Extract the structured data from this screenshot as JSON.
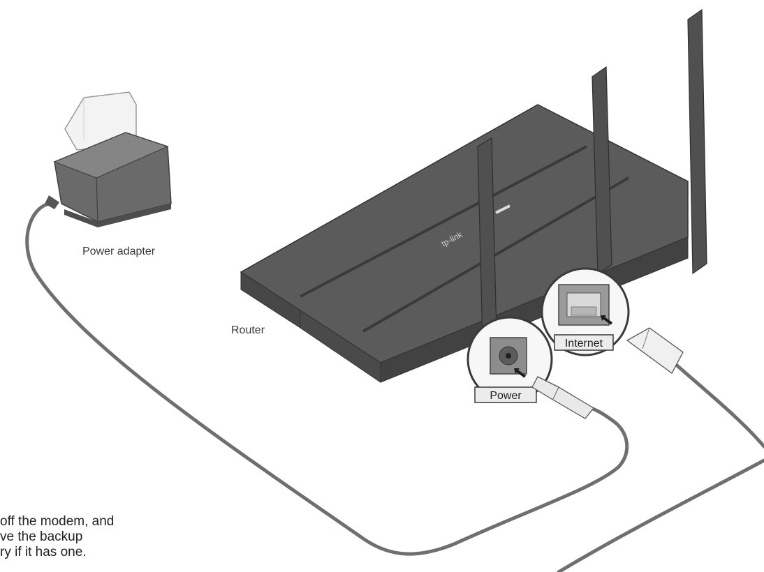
{
  "labels": {
    "power_adapter": "Power adapter",
    "router": "Router",
    "power_port": "Power",
    "internet_port": "Internet"
  },
  "note_lines": [
    "off the modem, and",
    "ve the backup",
    "ry if it has one."
  ],
  "colors": {
    "router_body": "#575757",
    "router_dark": "#3d3d3d",
    "cable": "#6f6f6f",
    "adapter": "#6a6a6a",
    "wall_outlet": "#f2f2f2"
  }
}
